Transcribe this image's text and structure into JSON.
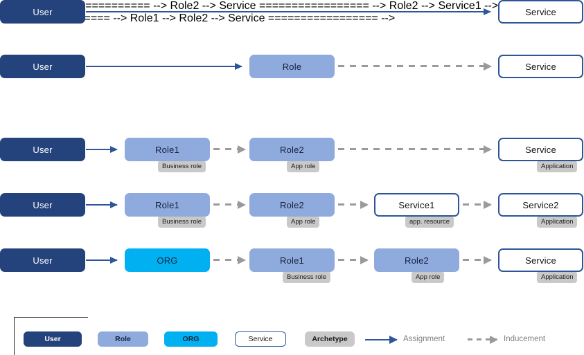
{
  "diagram": {
    "rows": [
      {
        "id": "row-direct",
        "nodes": [
          {
            "label": "User",
            "type": "user",
            "tag": null
          },
          {
            "label": "Service",
            "type": "service",
            "tag": null
          }
        ],
        "connectors": [
          "assignment"
        ]
      },
      {
        "id": "row-single-role",
        "nodes": [
          {
            "label": "User",
            "type": "user",
            "tag": null
          },
          {
            "label": "Role",
            "type": "role",
            "tag": null
          },
          {
            "label": "Service",
            "type": "service",
            "tag": null
          }
        ],
        "connectors": [
          "assignment",
          "inducement"
        ]
      },
      {
        "id": "row-two-roles",
        "nodes": [
          {
            "label": "User",
            "type": "user",
            "tag": null
          },
          {
            "label": "Role1",
            "type": "role",
            "tag": "Business role"
          },
          {
            "label": "Role2",
            "type": "role",
            "tag": "App role"
          },
          {
            "label": "Service",
            "type": "service",
            "tag": "Application"
          }
        ],
        "connectors": [
          "assignment",
          "inducement",
          "inducement"
        ]
      },
      {
        "id": "row-app-resource",
        "nodes": [
          {
            "label": "User",
            "type": "user",
            "tag": null
          },
          {
            "label": "Role1",
            "type": "role",
            "tag": "Business role"
          },
          {
            "label": "Role2",
            "type": "role",
            "tag": "App role"
          },
          {
            "label": "Service1",
            "type": "service",
            "tag": "app. resource"
          },
          {
            "label": "Service2",
            "type": "service",
            "tag": "Application"
          }
        ],
        "connectors": [
          "assignment",
          "inducement",
          "inducement",
          "inducement"
        ]
      },
      {
        "id": "row-org",
        "nodes": [
          {
            "label": "User",
            "type": "user",
            "tag": null
          },
          {
            "label": "ORG",
            "type": "org",
            "tag": null
          },
          {
            "label": "Role1",
            "type": "role",
            "tag": "Business role"
          },
          {
            "label": "Role2",
            "type": "role",
            "tag": "App role"
          },
          {
            "label": "Service",
            "type": "service",
            "tag": "Application"
          }
        ],
        "connectors": [
          "assignment",
          "inducement",
          "inducement",
          "inducement"
        ]
      }
    ]
  },
  "legend": {
    "shapes": [
      {
        "key": "user",
        "label": "User"
      },
      {
        "key": "role",
        "label": "Role"
      },
      {
        "key": "org",
        "label": "ORG"
      },
      {
        "key": "service",
        "label": "Service"
      },
      {
        "key": "archetype",
        "label": "Archetype"
      }
    ],
    "relations": [
      {
        "key": "assignment",
        "label": "Assignment"
      },
      {
        "key": "inducement",
        "label": "Inducement"
      }
    ]
  },
  "colors": {
    "user": "#24427b",
    "role": "#8faadc",
    "org": "#00b0f0",
    "service_border": "#2e5597",
    "archetype": "#c9c9c9",
    "assignment": "#2e5597",
    "inducement": "#9a9a9a",
    "legend_text": "#7f7f7f"
  }
}
